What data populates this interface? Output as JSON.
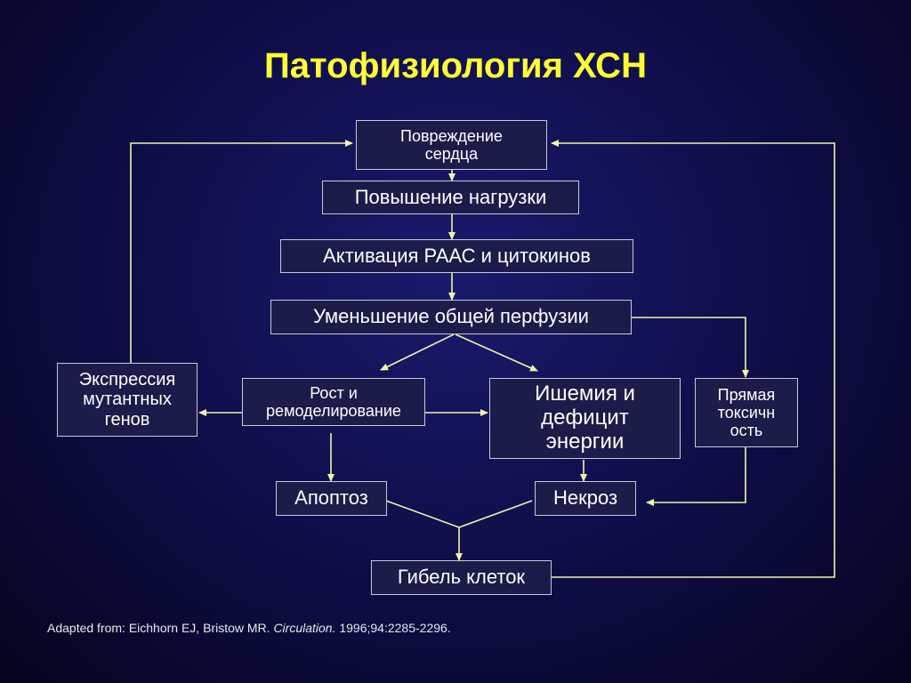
{
  "title": "Патофизиология ХСН",
  "nodes": {
    "damage": "Повреждение\nсердца",
    "load": "Повышение нагрузки",
    "raas": "Активация РААС и цитокинов",
    "perfusion": "Уменьшение общей перфузии",
    "expression": "Экспрессия\nмутантных\nгенов",
    "growth": "Рост и\nремоделирование",
    "ischemia": "Ишемия и\nдефицит\nэнергии",
    "toxicity": "Прямая\nтоксичн\nость",
    "apoptosis": "Апоптоз",
    "necrosis": "Некроз",
    "death": "Гибель клеток"
  },
  "colors": {
    "title": "#ffff33",
    "arrow": "#f4f4a8",
    "box_border": "#c8c8d8"
  },
  "citation": {
    "prefix": "Adapted from: Eichhorn EJ, Bristow MR. ",
    "journal": "Circulation.",
    "suffix": " 1996;94:2285-2296."
  }
}
